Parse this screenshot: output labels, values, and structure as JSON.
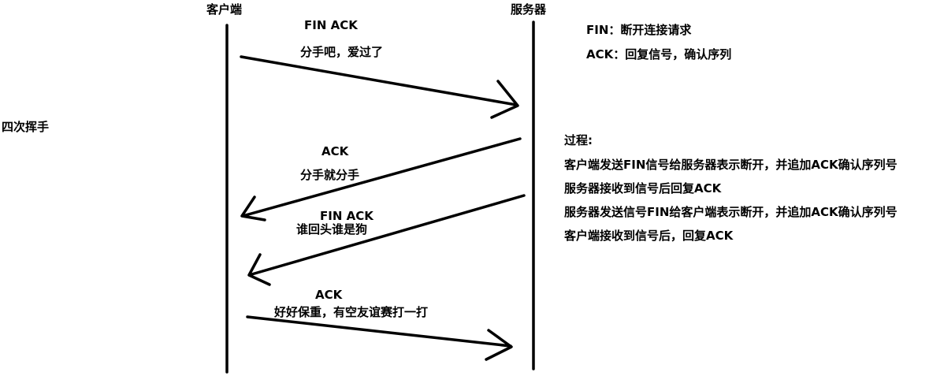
{
  "diagram": {
    "left_title": "四次挥手",
    "client_label": "客户端",
    "server_label": "服务器",
    "messages": [
      {
        "flag": "FIN ACK",
        "text": "分手吧，爱过了"
      },
      {
        "flag": "ACK",
        "text": "分手就分手"
      },
      {
        "flag": "FIN ACK",
        "text": "谁回头谁是狗"
      },
      {
        "flag": "ACK",
        "text": "好好保重，有空友谊赛打一打"
      }
    ],
    "legend": [
      "FIN：断开连接请求",
      "ACK：回复信号，确认序列"
    ],
    "process": {
      "title": "过程:",
      "steps": [
        "客户端发送FIN信号给服务器表示断开，并追加ACK确认序列号",
        "服务器接收到信号后回复ACK",
        "服务器发送信号FIN给客户端表示断开，并追加ACK确认序列号",
        "客户端接收到信号后，回复ACK"
      ]
    }
  }
}
